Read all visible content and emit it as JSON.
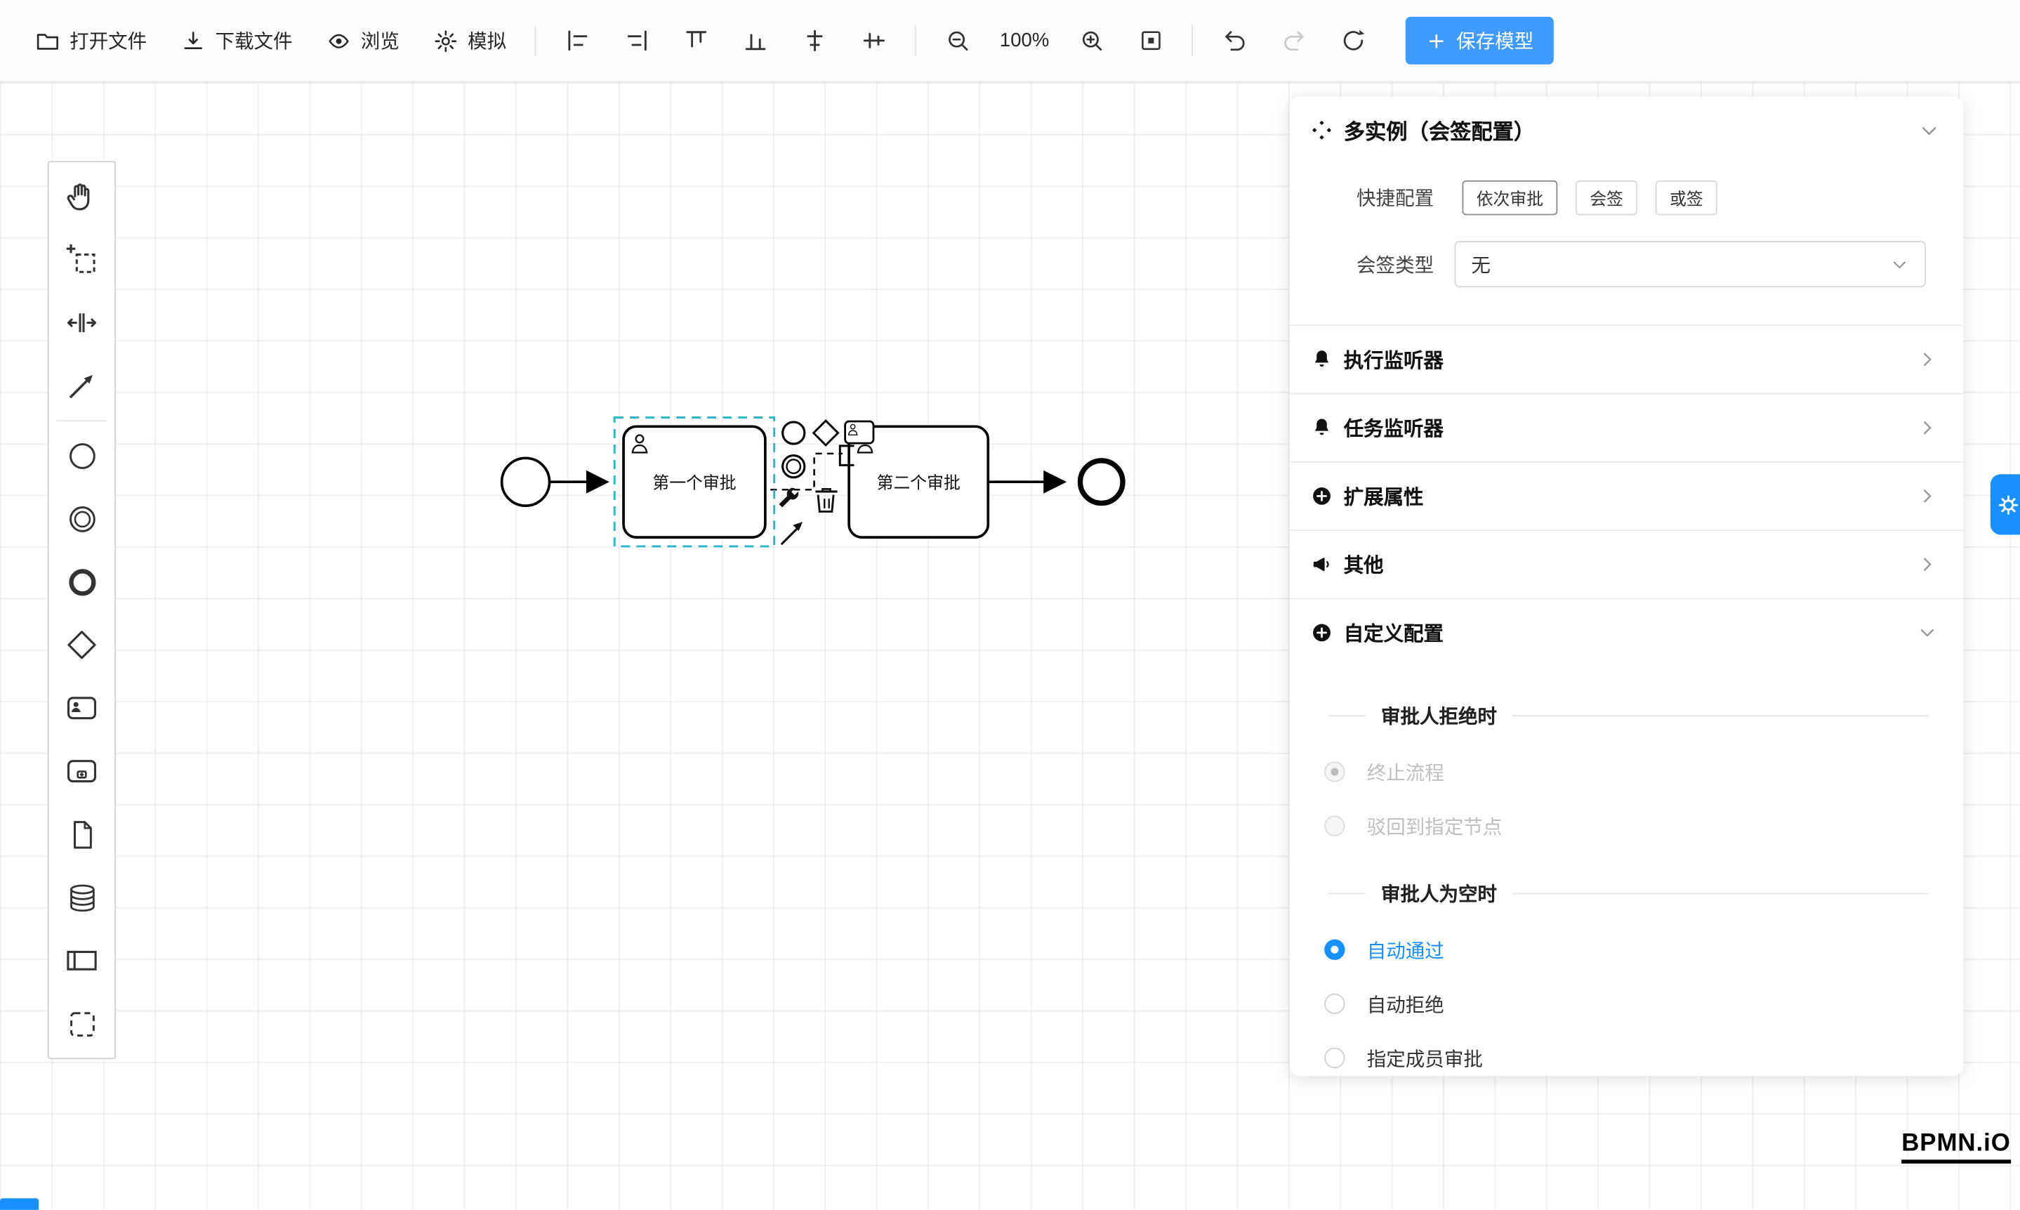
{
  "toolbar": {
    "open_file": "打开文件",
    "download_file": "下载文件",
    "preview": "浏览",
    "simulate": "模拟",
    "zoom_level": "100%",
    "save_model": "保存模型"
  },
  "diagram": {
    "task1_label": "第一个审批",
    "task2_label": "第二个审批"
  },
  "panel": {
    "title": "多实例（会签配置）",
    "quick_config_label": "快捷配置",
    "quick_options": [
      "依次审批",
      "会签",
      "或签"
    ],
    "quick_option_active": "依次审批",
    "sign_type_label": "会签类型",
    "sign_type_value": "无",
    "sections": [
      {
        "label": "执行监听器",
        "icon": "bell-icon"
      },
      {
        "label": "任务监听器",
        "icon": "bell-icon"
      },
      {
        "label": "扩展属性",
        "icon": "plus-circle-icon"
      },
      {
        "label": "其他",
        "icon": "megaphone-icon"
      },
      {
        "label": "自定义配置",
        "icon": "plus-circle-icon"
      }
    ],
    "reject_group": {
      "title": "审批人拒绝时",
      "options": [
        {
          "label": "终止流程",
          "checked": true,
          "disabled": true
        },
        {
          "label": "驳回到指定节点",
          "checked": false,
          "disabled": true
        }
      ]
    },
    "empty_group": {
      "title": "审批人为空时",
      "options": [
        {
          "label": "自动通过",
          "checked": true,
          "disabled": false
        },
        {
          "label": "自动拒绝",
          "checked": false,
          "disabled": false
        },
        {
          "label": "指定成员审批",
          "checked": false,
          "disabled": false
        }
      ]
    }
  },
  "logo": "BPMN.iO",
  "colors": {
    "accent": "#1890ff",
    "save_button": "#3f9bff",
    "selection_outline": "#2db5c9"
  }
}
